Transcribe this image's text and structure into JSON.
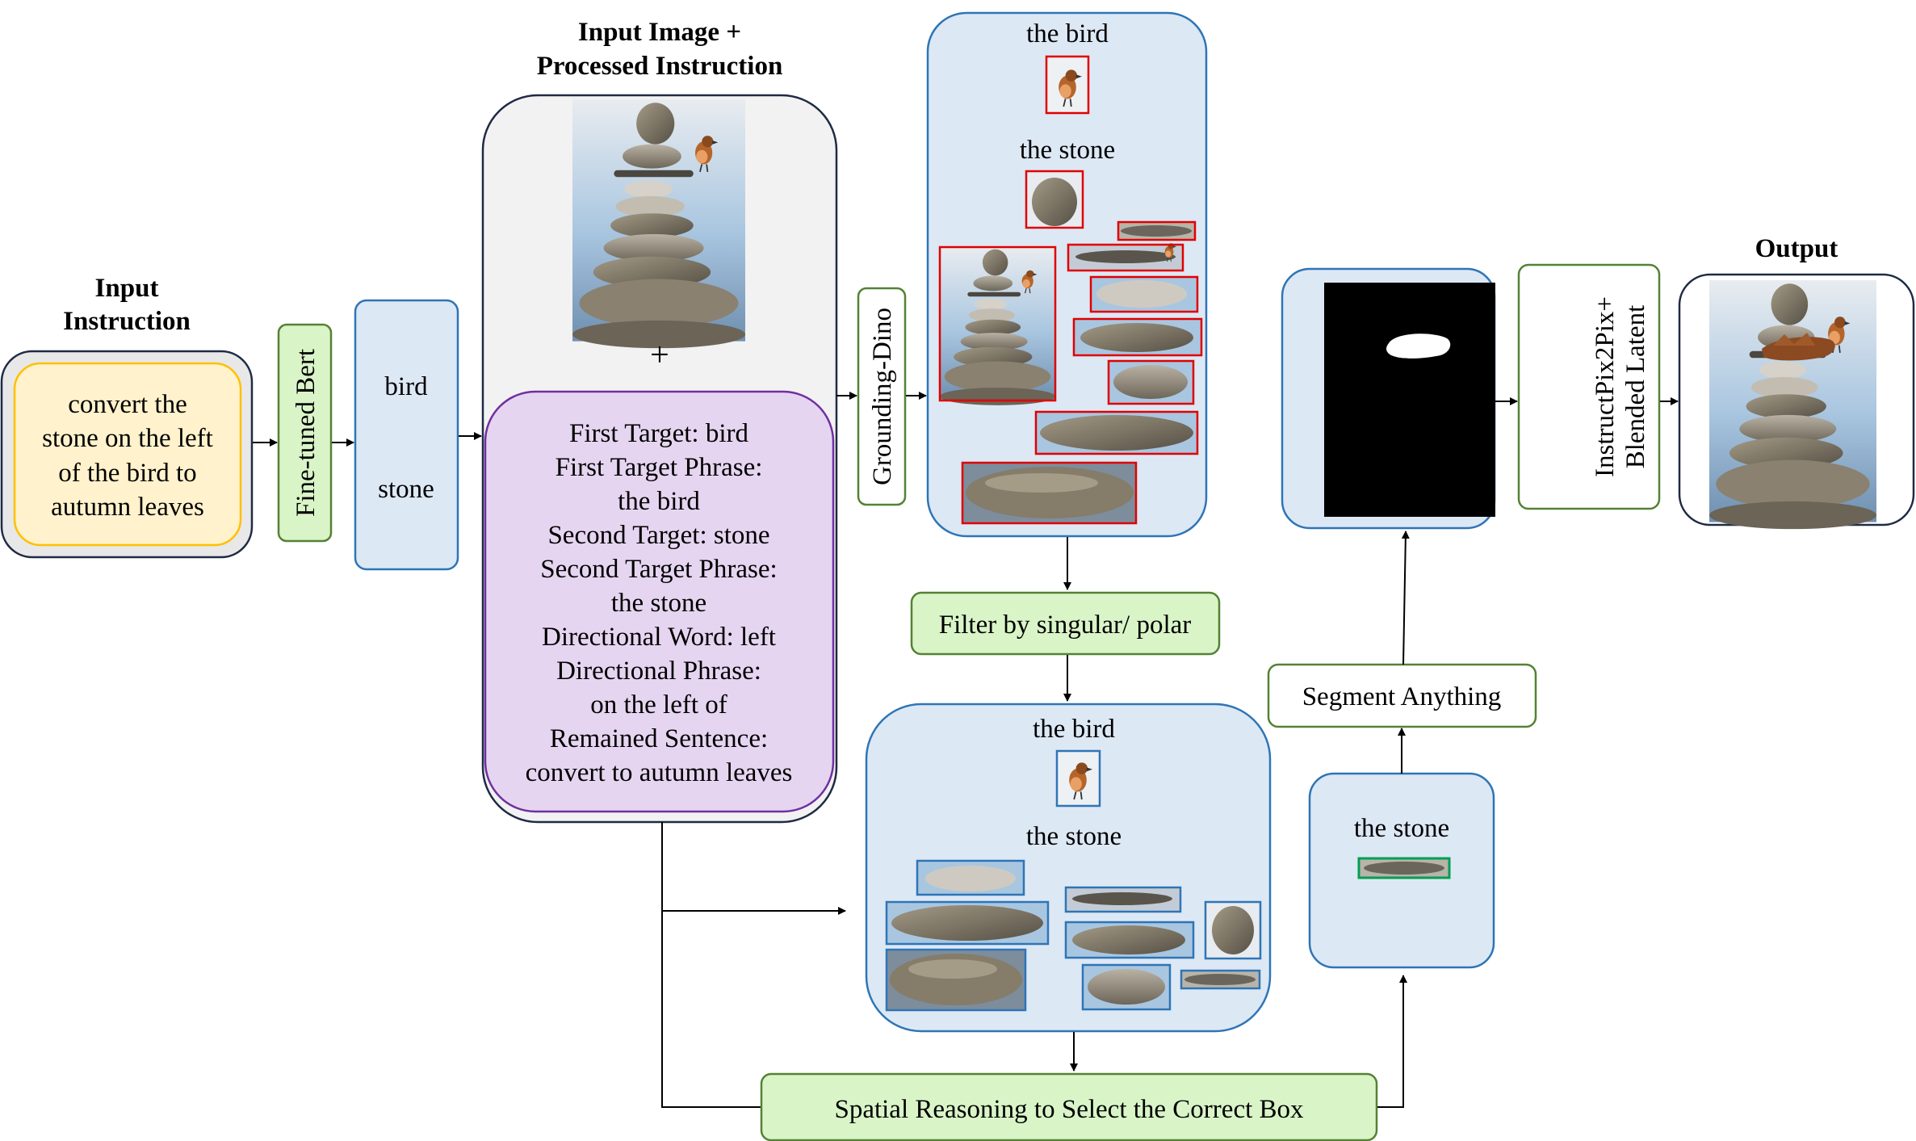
{
  "input_section": {
    "title_line1": "Input",
    "title_line2": "Instruction",
    "text_lines": [
      "convert the",
      "stone on the left",
      "of the bird to",
      "autumn leaves"
    ]
  },
  "bert": {
    "label": "Fine-tuned Bert"
  },
  "words": {
    "first": "bird",
    "second": "stone"
  },
  "processed": {
    "title_line1": "Input Image +",
    "title_line2": "Processed Instruction",
    "plus": "+",
    "lines": [
      "First Target: bird",
      "First Target Phrase:",
      "the bird",
      "Second Target: stone",
      "Second Target Phrase:",
      "the stone",
      "Directional Word: left",
      "Directional Phrase:",
      "on the left of",
      "Remained Sentence:",
      "convert to autumn leaves"
    ]
  },
  "grounding": {
    "label": "Grounding-Dino"
  },
  "detections": {
    "bird_label": "the bird",
    "stone_label": "the stone"
  },
  "filter": {
    "label": "Filter by singular/ polar"
  },
  "filtered": {
    "bird_label": "the bird",
    "stone_label": "the stone"
  },
  "spatial": {
    "label": "Spatial Reasoning to Select the Correct Box"
  },
  "selected": {
    "label": "the stone"
  },
  "segment": {
    "label": "Segment Anything"
  },
  "instructpix": {
    "line1": "InstructPix2Pix+",
    "line2": "Blended Latent"
  },
  "output": {
    "title": "Output"
  },
  "colors": {
    "stroke_dark": "#1f2a44",
    "blue_fill": "#dde8f5",
    "blue_stroke": "#2e75b6",
    "green_fill": "#d9f5c8",
    "green_stroke": "#548235",
    "purple_fill": "#e6d5f1",
    "purple_stroke": "#7030a0",
    "yellow_fill": "#fff2cc",
    "yellow_stroke": "#ffc000",
    "red_box": "#e00000"
  }
}
